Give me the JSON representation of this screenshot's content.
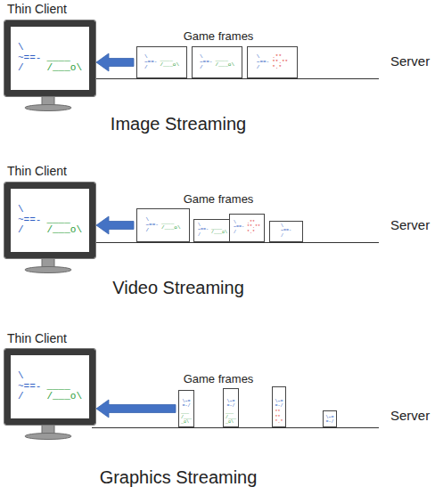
{
  "diagram": {
    "nodes": [
      {
        "text": [
          "\\ ~==- /",
          "____ /___o\\"
        ]
      },
      {
        "text": [
          "\\ ~==- /",
          "____ /___o\\"
        ]
      },
      {
        "text": [
          "\\ ~==- /",
          "____ /___o\\"
        ]
      },
      {
        "text": [
          "\\ ~==- /",
          ".** **.** *.*"
        ]
      },
      {
        "text": [
          "\\ ~==- /",
          "____ /___o\\"
        ]
      },
      {
        "text": [
          "\\ ~==- /",
          "____ /___o\\"
        ]
      },
      {
        "text": [
          "\\ ~==- /",
          "____ /___o\\"
        ]
      },
      {
        "text": [
          "\\ ~==- /",
          ".** **.** *.*"
        ]
      },
      {
        "text": [
          "\\ ~==- /"
        ]
      },
      {
        "text": [
          "\\ ~==- /",
          "____ /___o\\"
        ]
      },
      {
        "text": [
          "\\~= =-/",
          "___ /___ _o\\"
        ]
      },
      {
        "text": [
          "\\~= =-/",
          "___ /___ _o\\"
        ]
      },
      {
        "text": [
          "\\~= =-/",
          "** ** *.*"
        ]
      },
      {
        "text": [
          "\\~= =-/"
        ]
      }
    ],
    "edges": [
      {
        "from": 1,
        "to": 0,
        "arrow": "to"
      },
      {
        "from": 5,
        "to": 4,
        "arrow": "to"
      },
      {
        "from": 10,
        "to": 9,
        "arrow": "to"
      }
    ],
    "labels": [
      "Thin Client",
      "Game frames",
      "Server",
      "Image Streaming",
      "Thin Client",
      "Game frames",
      "Server",
      "Video Streaming",
      "Thin Client",
      "Game frames",
      "Server",
      "Graphics Streaming"
    ]
  }
}
